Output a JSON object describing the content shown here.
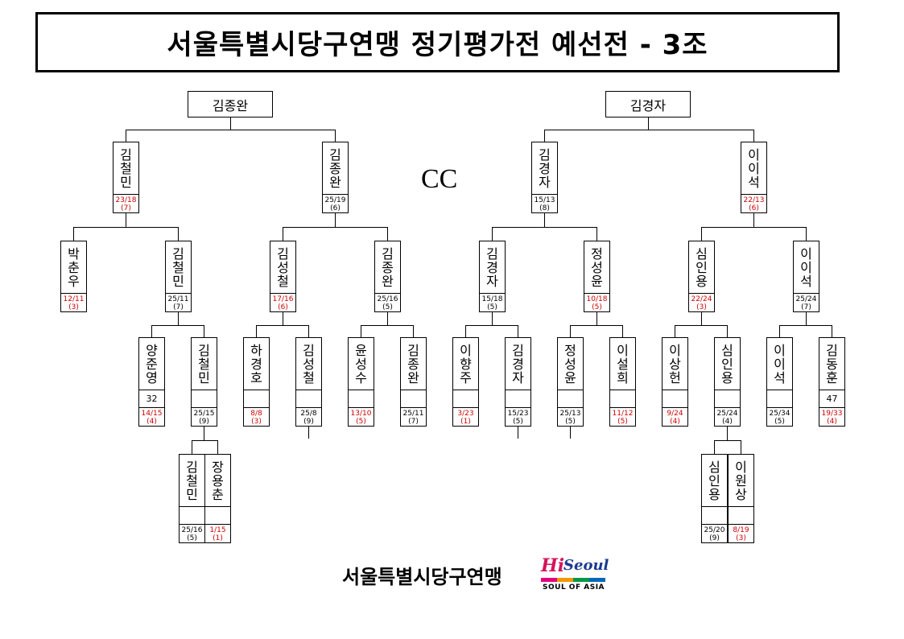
{
  "title": "서울특별시당구연맹 정기평가전 예선전 - 3조",
  "cc_label": "CC",
  "footer": {
    "org": "서울특별시당구연맹",
    "logo_main": "Hi Seoul",
    "logo_tag": "SOUL OF ASIA"
  },
  "finalists": [
    {
      "id": "f1",
      "name": "김종완"
    },
    {
      "id": "f2",
      "name": "김경자"
    }
  ],
  "entries": [
    {
      "id": "n1",
      "name": "김철민",
      "s1": "23/18",
      "s2": "(7)",
      "red": true
    },
    {
      "id": "n2",
      "name": "김종완",
      "s1": "25/19",
      "s2": "(6)",
      "red": false
    },
    {
      "id": "n3",
      "name": "김경자",
      "s1": "15/13",
      "s2": "(8)",
      "red": false
    },
    {
      "id": "n4",
      "name": "이이석",
      "s1": "22/13",
      "s2": "(6)",
      "red": true
    },
    {
      "id": "n5",
      "name": "박춘우",
      "s1": "12/11",
      "s2": "(3)",
      "red": true
    },
    {
      "id": "n6",
      "name": "김철민",
      "s1": "25/11",
      "s2": "(7)",
      "red": false
    },
    {
      "id": "n7",
      "name": "김성철",
      "s1": "17/16",
      "s2": "(6)",
      "red": true
    },
    {
      "id": "n8",
      "name": "김종완",
      "s1": "25/16",
      "s2": "(5)",
      "red": false
    },
    {
      "id": "n9",
      "name": "김경자",
      "s1": "15/18",
      "s2": "(5)",
      "red": false
    },
    {
      "id": "n10",
      "name": "정성윤",
      "s1": "10/18",
      "s2": "(5)",
      "red": true
    },
    {
      "id": "n11",
      "name": "심인용",
      "s1": "22/24",
      "s2": "(3)",
      "red": true
    },
    {
      "id": "n12",
      "name": "이이석",
      "s1": "25/24",
      "s2": "(7)",
      "red": false
    },
    {
      "id": "n13",
      "name": "양준영",
      "extra": "32",
      "s1": "14/15",
      "s2": "(4)",
      "red": true
    },
    {
      "id": "n14",
      "name": "김철민",
      "extra": "",
      "s1": "25/15",
      "s2": "(9)",
      "red": false
    },
    {
      "id": "n15",
      "name": "하경호",
      "extra": "",
      "s1": "8/8",
      "s2": "(3)",
      "red": true
    },
    {
      "id": "n16",
      "name": "김성철",
      "extra": "",
      "s1": "25/8",
      "s2": "(9)",
      "red": false
    },
    {
      "id": "n17",
      "name": "윤성수",
      "extra": "",
      "s1": "13/10",
      "s2": "(5)",
      "red": true
    },
    {
      "id": "n18",
      "name": "김종완",
      "extra": "",
      "s1": "25/11",
      "s2": "(7)",
      "red": false
    },
    {
      "id": "n19",
      "name": "이향주",
      "extra": "",
      "s1": "3/23",
      "s2": "(1)",
      "red": true
    },
    {
      "id": "n20",
      "name": "김경자",
      "extra": "",
      "s1": "15/23",
      "s2": "(5)",
      "red": false
    },
    {
      "id": "n21",
      "name": "정성윤",
      "extra": "",
      "s1": "25/13",
      "s2": "(5)",
      "red": false
    },
    {
      "id": "n22",
      "name": "이설희",
      "extra": "",
      "s1": "11/12",
      "s2": "(5)",
      "red": true
    },
    {
      "id": "n23",
      "name": "이상헌",
      "extra": "",
      "s1": "9/24",
      "s2": "(4)",
      "red": true
    },
    {
      "id": "n24",
      "name": "심인용",
      "extra": "",
      "s1": "25/24",
      "s2": "(4)",
      "red": false
    },
    {
      "id": "n25",
      "name": "이이석",
      "extra": "",
      "s1": "25/34",
      "s2": "(5)",
      "red": false
    },
    {
      "id": "n26",
      "name": "김동훈",
      "extra": "47",
      "s1": "19/33",
      "s2": "(4)",
      "red": true
    },
    {
      "id": "n27",
      "name": "김철민",
      "extra": "",
      "s1": "25/16",
      "s2": "(5)",
      "red": false
    },
    {
      "id": "n28",
      "name": "장용춘",
      "extra": "",
      "s1": "1/15",
      "s2": "(1)",
      "red": true
    },
    {
      "id": "n29",
      "name": "심인용",
      "extra": "",
      "s1": "25/20",
      "s2": "(9)",
      "red": false
    },
    {
      "id": "n30",
      "name": "이원상",
      "extra": "",
      "s1": "8/19",
      "s2": "(3)",
      "red": true
    }
  ]
}
